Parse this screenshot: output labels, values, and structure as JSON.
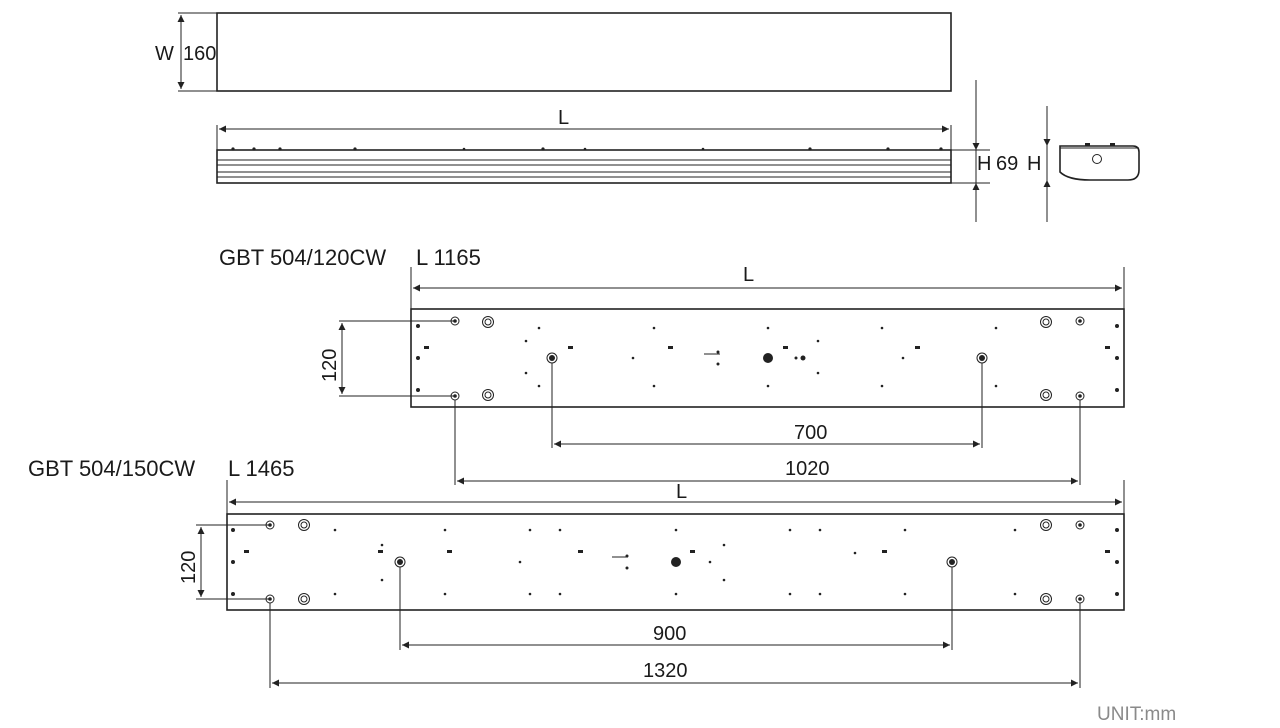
{
  "top_view": {
    "width_label": "W",
    "width_value": "160"
  },
  "side_view": {
    "length_label": "L",
    "height_label_left": "H",
    "height_value": "69",
    "height_label_right": "H"
  },
  "models": [
    {
      "name": "GBT 504/120CW",
      "length": "L 1165",
      "length_label": "L",
      "side_dim": "120",
      "inner_dim": "700",
      "outer_dim": "1020"
    },
    {
      "name": "GBT 504/150CW",
      "length": "L 1465",
      "length_label": "L",
      "side_dim": "120",
      "inner_dim": "900",
      "outer_dim": "1320"
    }
  ],
  "unit": "UNIT:mm",
  "colors": {
    "line": "#222222",
    "unit_text": "#8a8a8a"
  }
}
